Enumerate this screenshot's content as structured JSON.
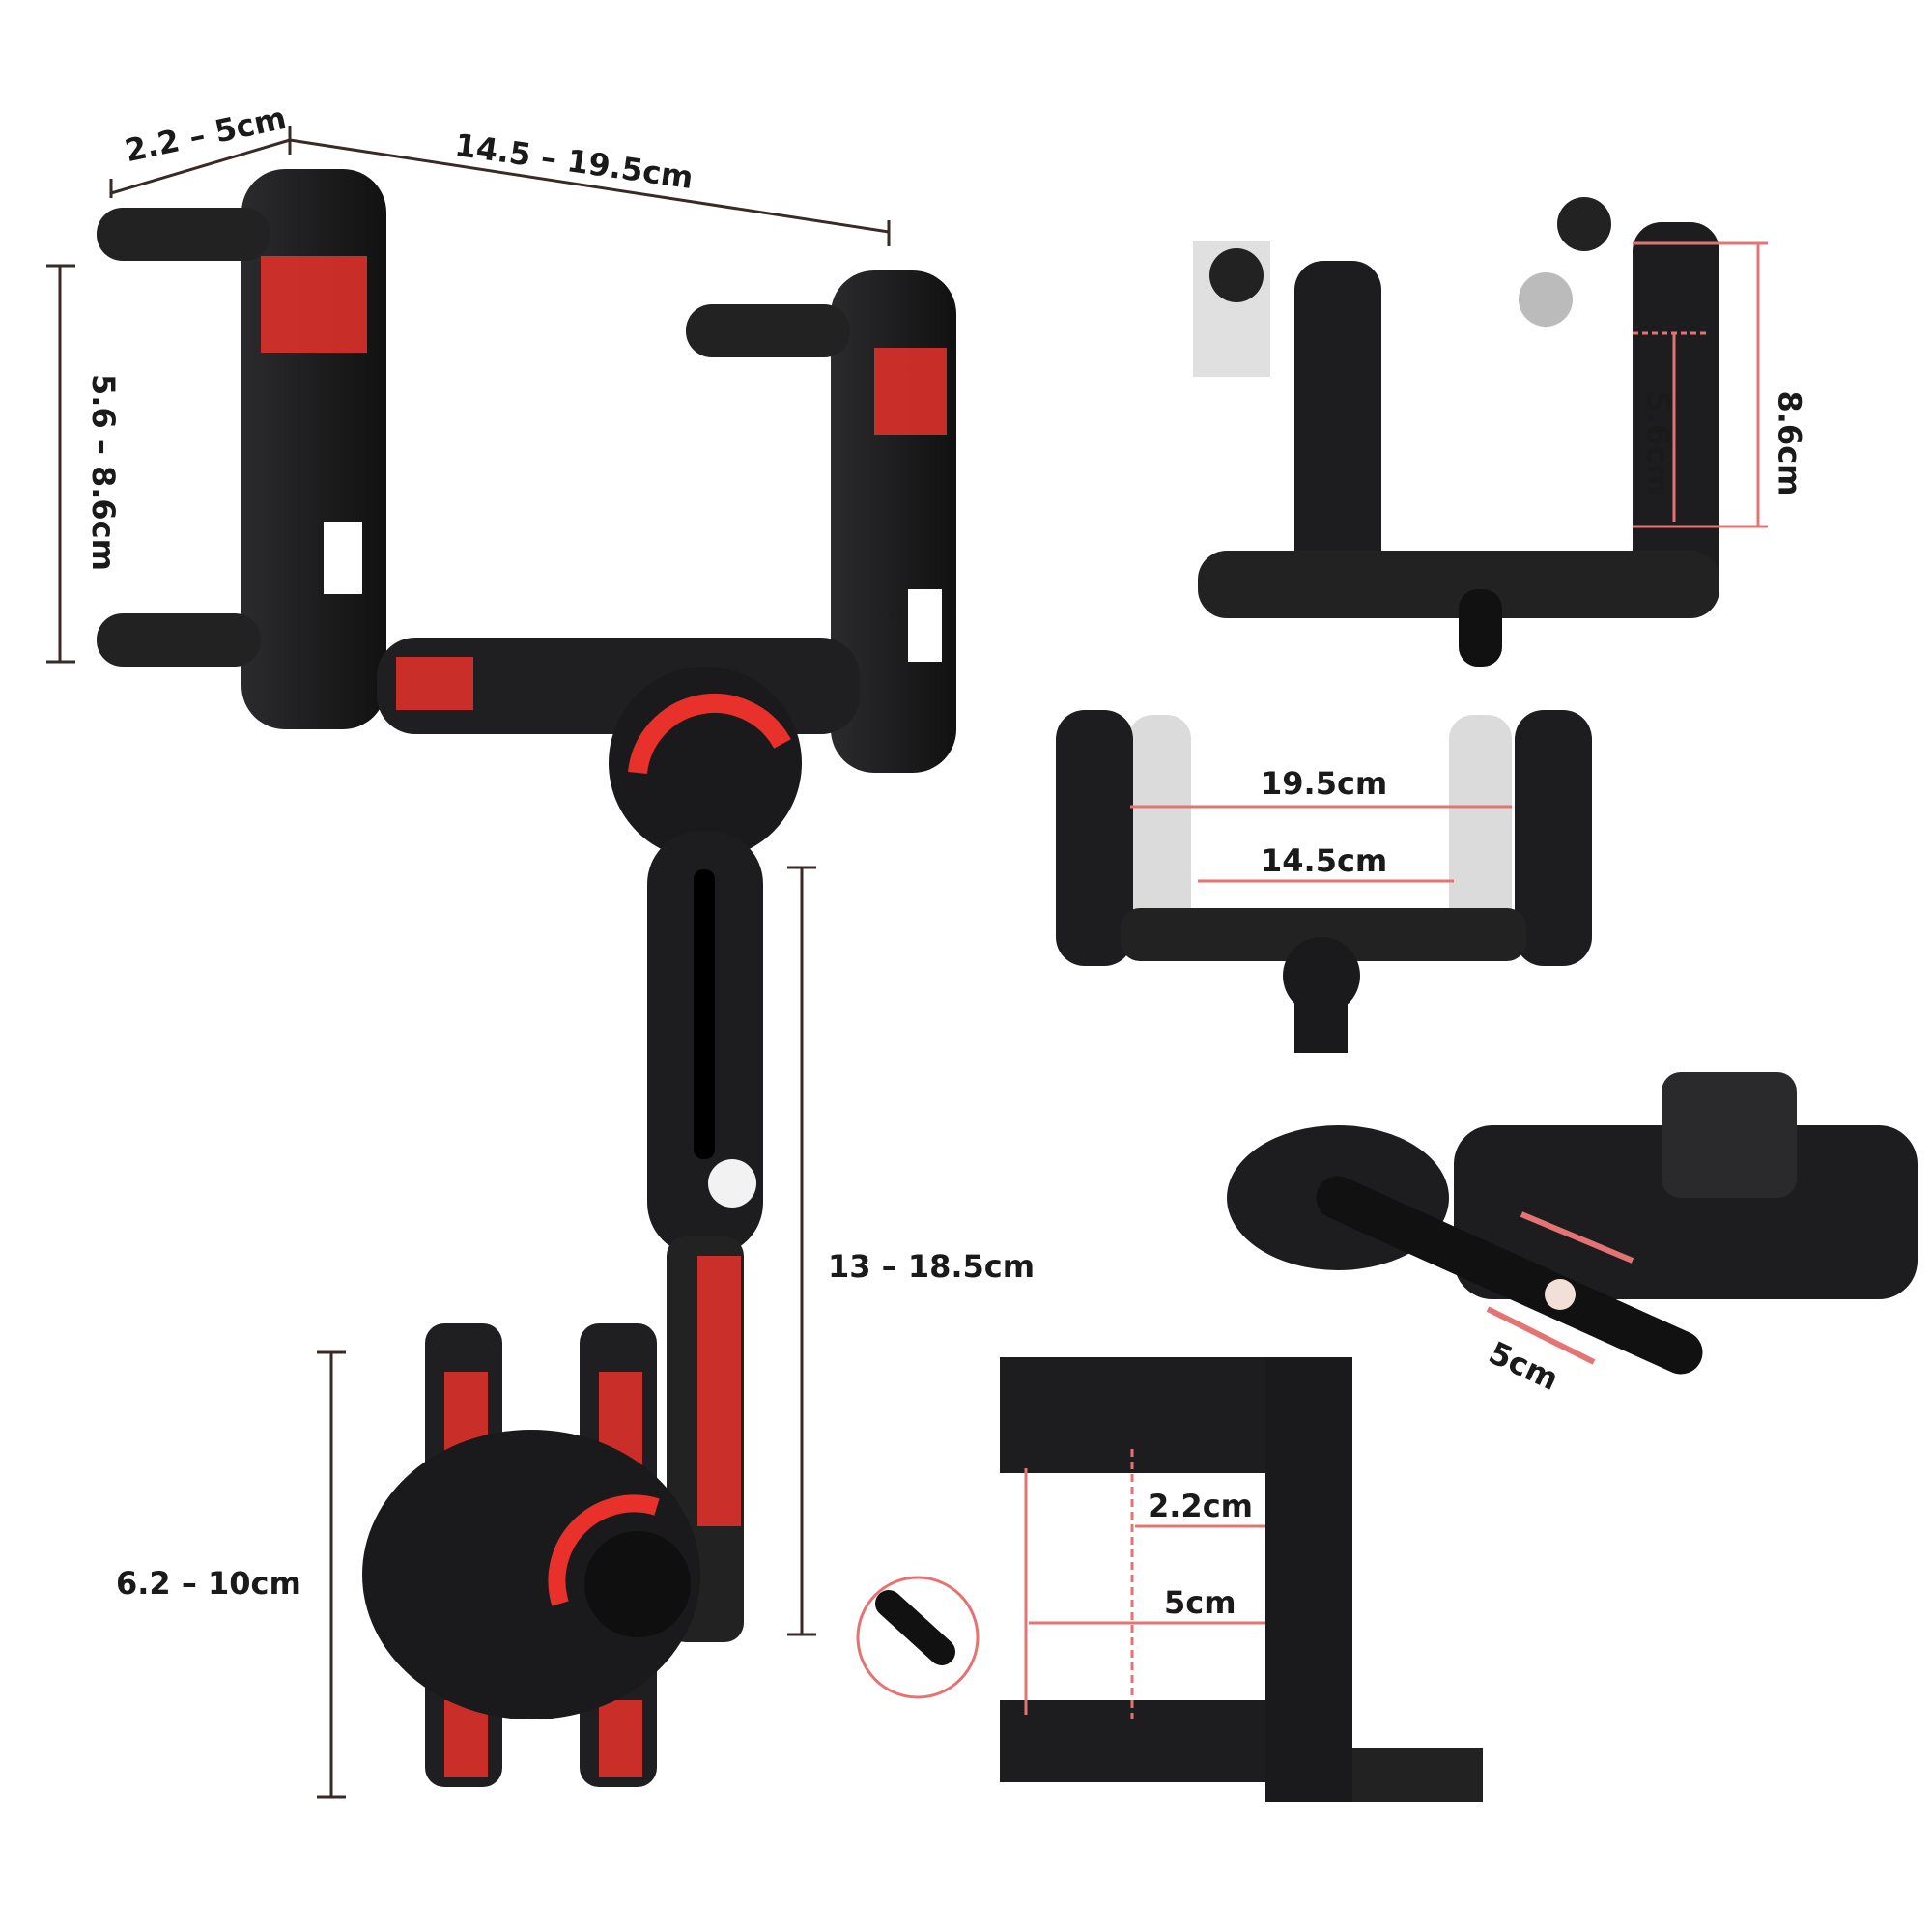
{
  "colors": {
    "accent": "#e8312a",
    "product": "#1c1c1e",
    "dimension_line": "#3a2a26",
    "ghost": "#c9c9c9"
  },
  "main_view": {
    "clamp_depth": "2.2 – 5cm",
    "clamp_width": "14.5 – 19.5cm",
    "clamp_height": "5.6 – 8.6cm",
    "arm_length": "13 – 18.5cm",
    "phone_holder": "6.2 – 10cm"
  },
  "side_view_height": {
    "min": "5.6cm",
    "max": "8.6cm"
  },
  "top_view_width": {
    "max": "19.5cm",
    "min": "14.5cm"
  },
  "arm_view": {
    "extension": "5cm"
  },
  "depth_view": {
    "min": "2.2cm",
    "max": "5cm"
  }
}
